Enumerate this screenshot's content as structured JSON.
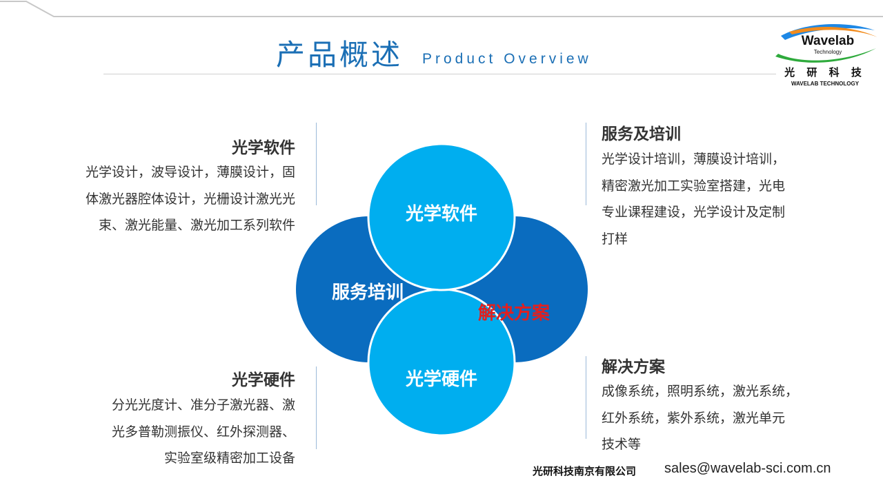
{
  "header": {
    "title_cn": "产品概述",
    "title_en": "Product Overview"
  },
  "logo": {
    "brand": "Wavelab",
    "tagline": "Technology",
    "name_cn": "光 研 科 技",
    "name_en": "WAVELAB TECHNOLOGY"
  },
  "sections": {
    "software": {
      "title": "光学软件",
      "lines": [
        "光学设计，波导设计，薄膜设计，固",
        "体激光器腔体设计，光栅设计激光光",
        "束、激光能量、激光加工系列软件"
      ]
    },
    "hardware": {
      "title": "光学硬件",
      "lines": [
        "分光光度计、准分子激光器、激",
        "光多普勒测振仪、红外探测器、",
        "实验室级精密加工设备"
      ]
    },
    "service": {
      "title": "服务及培训",
      "lines": [
        "光学设计培训，薄膜设计培训，",
        "精密激光加工实验室搭建，光电",
        "专业课程建设，光学设计及定制",
        "打样"
      ]
    },
    "solution": {
      "title": "解决方案",
      "lines": [
        "成像系统，照明系统，激光系统，",
        "红外系统，紫外系统，激光单元",
        "技术等"
      ]
    }
  },
  "diagram": {
    "software": "光学软件",
    "service": "服务培训",
    "solution": "解决方案",
    "hardware": "光学硬件",
    "colors": {
      "light_blue": "#00aeef",
      "dark_blue": "#0a6cbf",
      "solution_text": "#e02020"
    }
  },
  "footer": {
    "company": "光研科技南京有限公司",
    "email": "sales@wavelab-sci.com.cn"
  }
}
